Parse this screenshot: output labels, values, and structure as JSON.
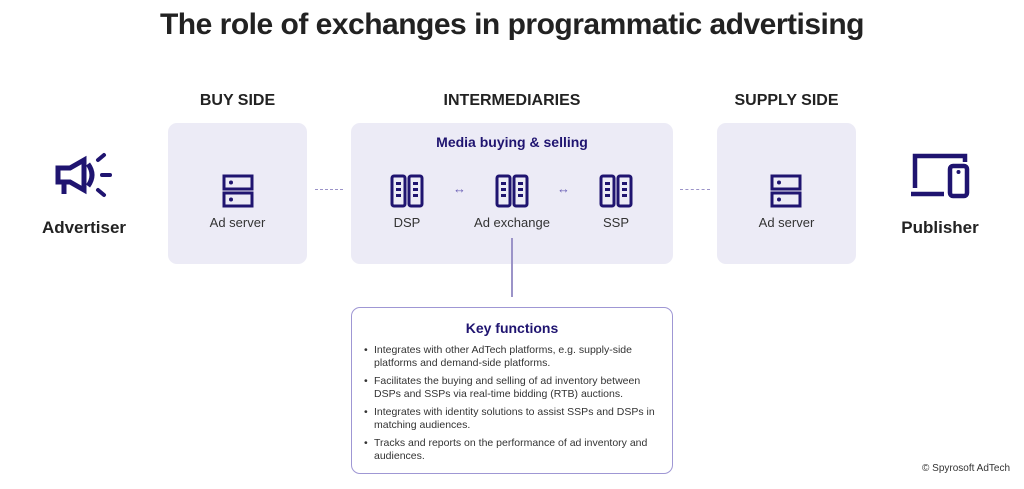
{
  "title": "The role of exchanges in programmatic advertising",
  "advertiser": {
    "label": "Advertiser",
    "icon": "megaphone-icon"
  },
  "publisher": {
    "label": "Publisher",
    "icon": "devices-icon"
  },
  "buy_side": {
    "heading": "BUY SIDE",
    "item": "Ad server"
  },
  "intermediaries": {
    "heading": "INTERMEDIARIES",
    "subtitle": "Media buying & selling",
    "items": [
      "DSP",
      "Ad exchange",
      "SSP"
    ],
    "arrow": "↔"
  },
  "supply_side": {
    "heading": "SUPPLY SIDE",
    "item": "Ad server"
  },
  "key_functions": {
    "title": "Key functions",
    "items": [
      "Integrates with other AdTech platforms, e.g. supply-side platforms and demand-side platforms.",
      "Facilitates the buying and  selling of ad inventory between DSPs and SSPs via real-time bidding (RTB) auctions.",
      "Integrates with identity solutions to assist SSPs and DSPs in matching audiences.",
      "Tracks and reports on the performance of ad inventory and audiences."
    ]
  },
  "copyright": "© Spyrosoft AdTech",
  "colors": {
    "accent": "#1f1470",
    "box": "#ecebf6"
  }
}
